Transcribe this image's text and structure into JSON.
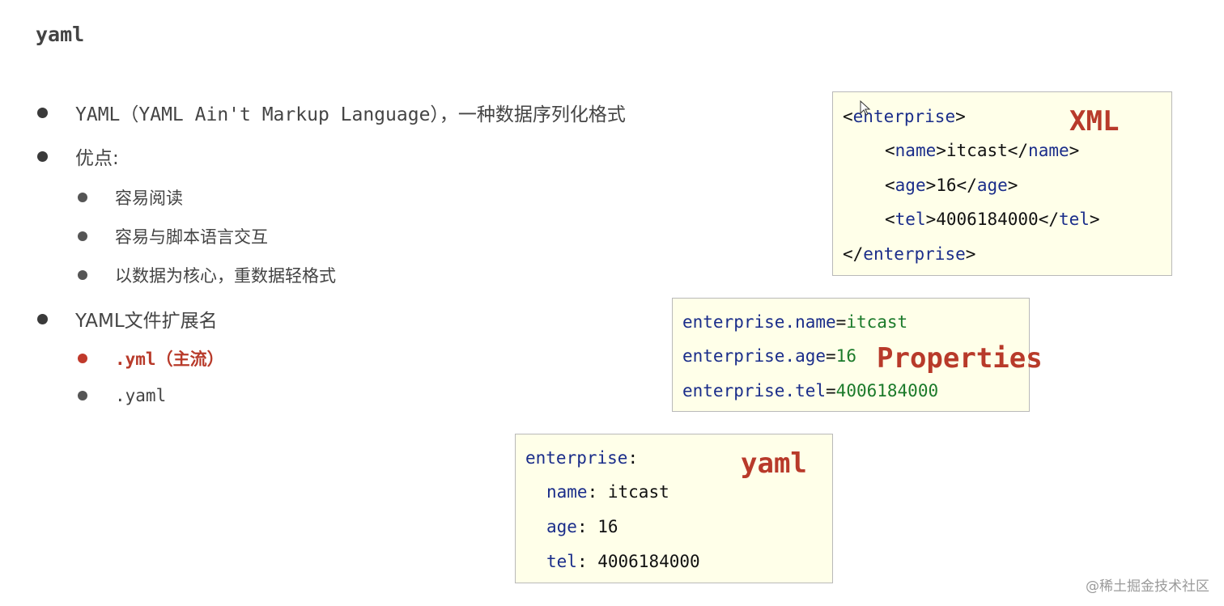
{
  "title": "yaml",
  "bullets": [
    {
      "text": "YAML（YAML Ain't Markup Language），一种数据序列化格式"
    },
    {
      "text": "优点:",
      "children": [
        {
          "text": "容易阅读"
        },
        {
          "text": "容易与脚本语言交互"
        },
        {
          "text": "以数据为核心，重数据轻格式"
        }
      ]
    },
    {
      "text": "YAML文件扩展名",
      "children": [
        {
          "text": ".yml（主流）",
          "highlight": true
        },
        {
          "text": ".yaml"
        }
      ]
    }
  ],
  "xml_box": {
    "label": "XML",
    "lines": [
      {
        "open": "<",
        "tag": "enterprise",
        "close": ">",
        "value": "",
        "end_open": "",
        "end_tag": "",
        "end_close": ""
      },
      {
        "open": "<",
        "tag": "name",
        "close": ">",
        "value": "itcast",
        "end_open": "</",
        "end_tag": "name",
        "end_close": ">"
      },
      {
        "open": "<",
        "tag": "age",
        "close": ">",
        "value": "16",
        "end_open": "</",
        "end_tag": "age",
        "end_close": ">"
      },
      {
        "open": "<",
        "tag": "tel",
        "close": ">",
        "value": "4006184000",
        "end_open": "</",
        "end_tag": "tel",
        "end_close": ">"
      },
      {
        "open": "</",
        "tag": "enterprise",
        "close": ">",
        "value": "",
        "end_open": "",
        "end_tag": "",
        "end_close": ""
      }
    ]
  },
  "properties_box": {
    "label": "Properties",
    "lines": [
      {
        "key": "enterprise.name",
        "eq": "=",
        "value": "itcast"
      },
      {
        "key": "enterprise.age",
        "eq": "=",
        "value": "16"
      },
      {
        "key": "enterprise.tel",
        "eq": "=",
        "value": "4006184000"
      }
    ]
  },
  "yaml_box": {
    "label": "yaml",
    "lines": [
      {
        "key": "enterprise",
        "colon": ":",
        "value": ""
      },
      {
        "key": "name",
        "colon": ":",
        "value": " itcast"
      },
      {
        "key": "age",
        "colon": ":",
        "value": " 16"
      },
      {
        "key": "tel",
        "colon": ":",
        "value": " 4006184000"
      }
    ]
  },
  "watermark": "@稀土掘金技术社区",
  "colors": {
    "accent_red": "#b83a2a",
    "key_blue": "#1a2d8a",
    "value_green": "#1b7a2a",
    "box_bg": "#ffffe9"
  }
}
